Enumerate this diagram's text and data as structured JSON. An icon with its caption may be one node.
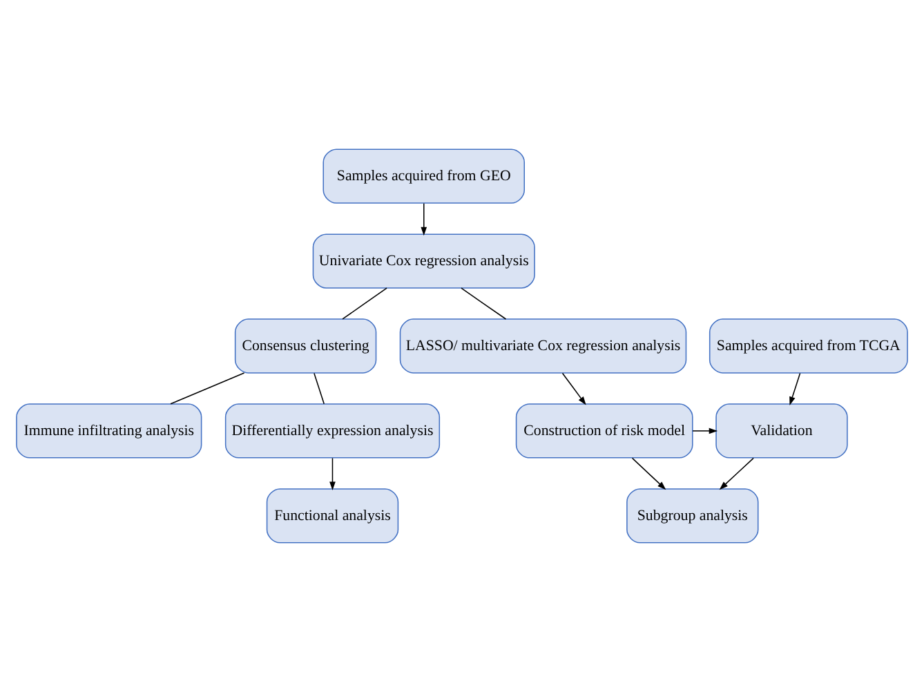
{
  "diagram": {
    "nodes": [
      {
        "text": [
          "Samples acquired from GEO"
        ]
      },
      {
        "text": [
          "Univariate Cox regression analysis"
        ]
      },
      {
        "text": [
          "Consensus clustering"
        ]
      },
      {
        "text": [
          "LASSO/ multivariate Cox regression analysis"
        ]
      },
      {
        "text": [
          "Samples acquired from TCGA"
        ]
      },
      {
        "text": [
          "Immune infiltrating analysis"
        ]
      },
      {
        "text": [
          "Differentially expression analysis"
        ]
      },
      {
        "text": [
          "Construction of risk model"
        ]
      },
      {
        "text": [
          "Validation"
        ]
      },
      {
        "text": [
          "Functional analysis"
        ]
      },
      {
        "text": [
          "Subgroup analysis"
        ]
      }
    ],
    "edges": [
      {
        "from": 0,
        "to": 1,
        "arrow": "to"
      },
      {
        "from": 1,
        "to": 2,
        "arrow": "none"
      },
      {
        "from": 1,
        "to": 3,
        "arrow": "none"
      },
      {
        "from": 2,
        "to": 5,
        "arrow": "none"
      },
      {
        "from": 2,
        "to": 6,
        "arrow": "none"
      },
      {
        "from": 3,
        "to": 7,
        "arrow": "to"
      },
      {
        "from": 4,
        "to": 8,
        "arrow": "to"
      },
      {
        "from": 7,
        "to": 8,
        "arrow": "to"
      },
      {
        "from": 6,
        "to": 9,
        "arrow": "to"
      },
      {
        "from": 7,
        "to": 10,
        "arrow": "to"
      },
      {
        "from": 8,
        "to": 10,
        "arrow": "to"
      }
    ]
  }
}
